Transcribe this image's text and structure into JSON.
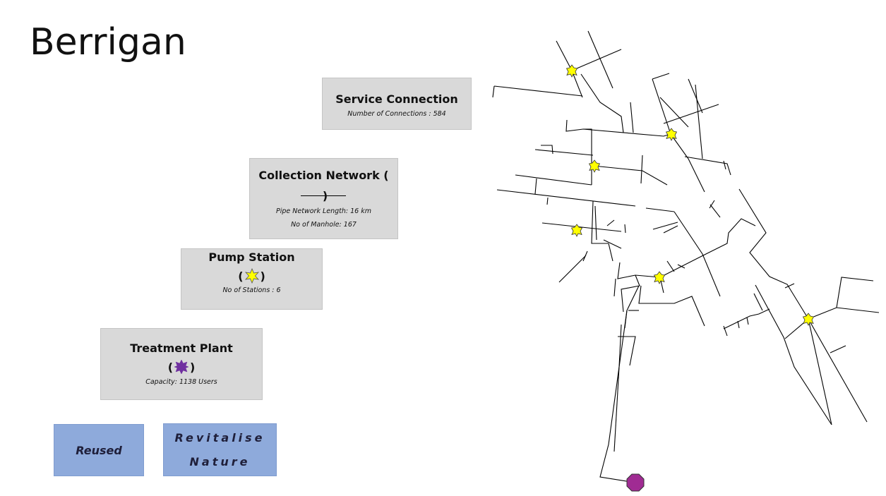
{
  "title": "Berrigan",
  "service": {
    "heading": "Service Connection",
    "note": "Number of Connections : 584"
  },
  "collection": {
    "heading": "Collection Network (",
    "close": ")",
    "note1": "Pipe Network Length: 16 km",
    "note2": "No of Manhole: 167"
  },
  "pump": {
    "heading": "Pump Station",
    "open": "(",
    "close": ")",
    "note": "No of Stations : 6",
    "icon": "yellow-star-icon",
    "color": "#ffff00"
  },
  "treatment": {
    "heading": "Treatment Plant",
    "open": "(",
    "close": ")",
    "note": "Capacity: 1138 Users",
    "icon": "purple-star-icon",
    "color": "#7030a0"
  },
  "reused": {
    "label": "Reused"
  },
  "revitalise": {
    "line1": "Revitalise",
    "line2": "Nature"
  },
  "colors": {
    "box_grey": "#d9d9d9",
    "box_blue": "#8eaadb",
    "treatment_marker": "#a02b93"
  }
}
